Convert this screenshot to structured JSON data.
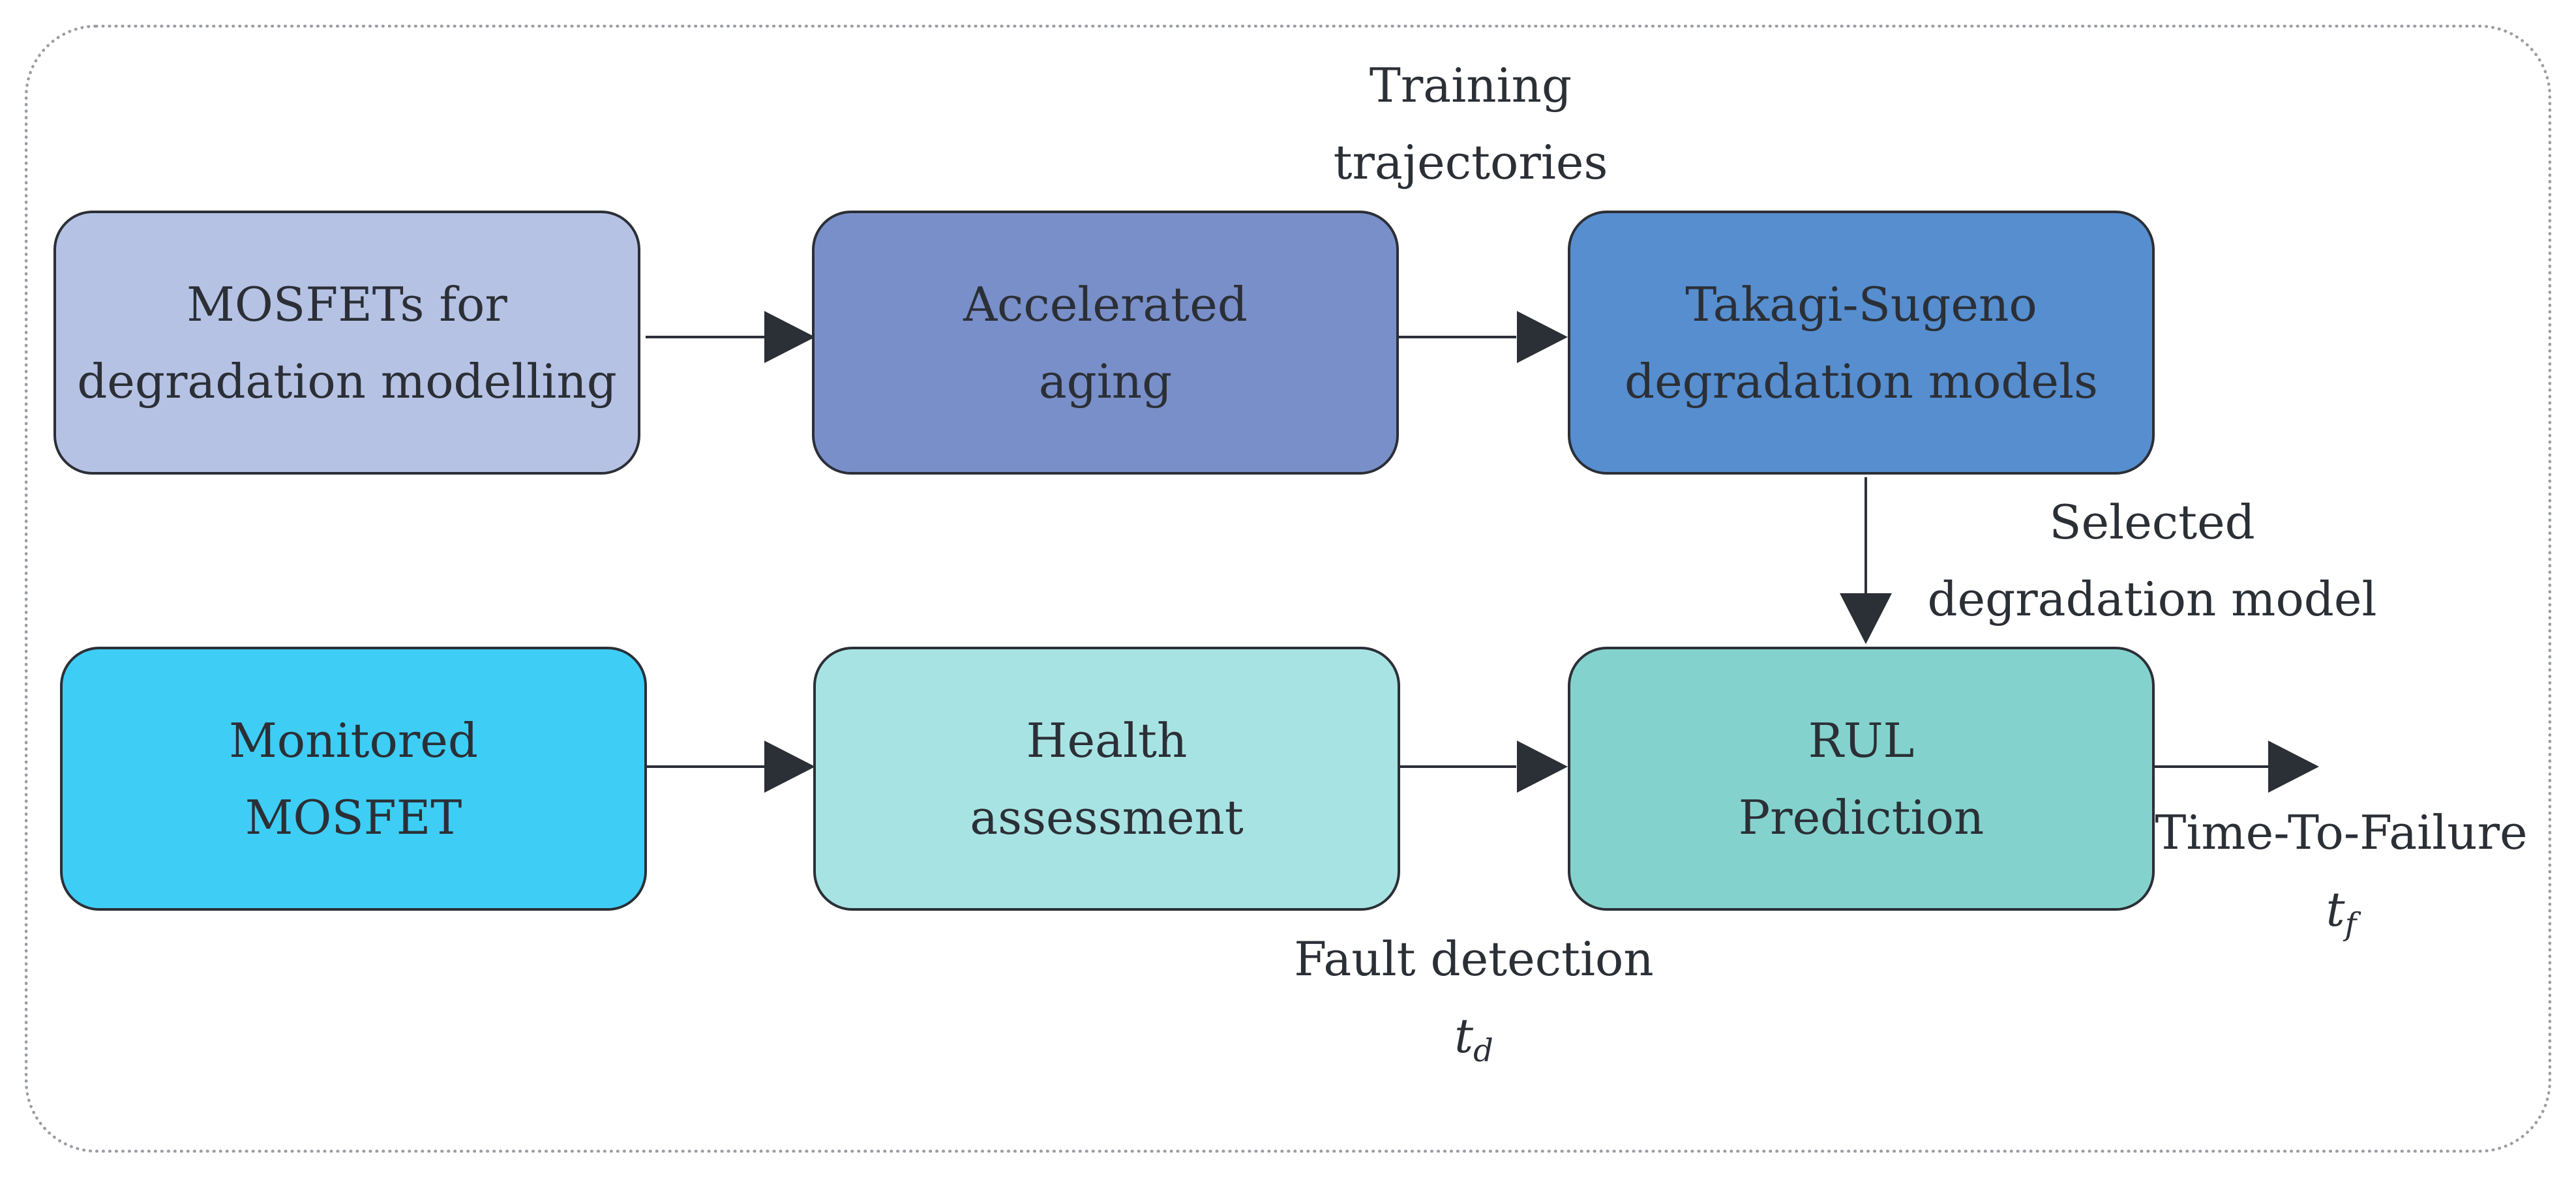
{
  "colors": {
    "box_mosfets": "#b5c2e4",
    "box_aging": "#798fc9",
    "box_ts": "#568ecf",
    "box_monitored": "#3ecdf5",
    "box_health": "#a8e3e3",
    "box_rul": "#84d2cd",
    "stroke": "#2b2f36",
    "frame": "#9a9da2"
  },
  "boxes": {
    "mosfets": {
      "line1": "MOSFETs for",
      "line2": "degradation modelling"
    },
    "aging": {
      "line1": "Accelerated",
      "line2": "aging"
    },
    "takagi": {
      "line1": "Takagi-Sugeno",
      "line2": "degradation models"
    },
    "monitored": {
      "line1": "Monitored",
      "line2": "MOSFET"
    },
    "health": {
      "line1": "Health",
      "line2": "assessment"
    },
    "rul": {
      "line1": "RUL",
      "line2": "Prediction"
    }
  },
  "annotations": {
    "training": {
      "line1": "Training",
      "line2": "trajectories"
    },
    "selected": {
      "line1": "Selected",
      "line2": "degradation model"
    },
    "fault": {
      "line1": "Fault detection",
      "symbol": "t",
      "subscript": "d"
    },
    "ttf": {
      "line1": "Time-To-Failure",
      "symbol": "t",
      "subscript": "f"
    }
  }
}
